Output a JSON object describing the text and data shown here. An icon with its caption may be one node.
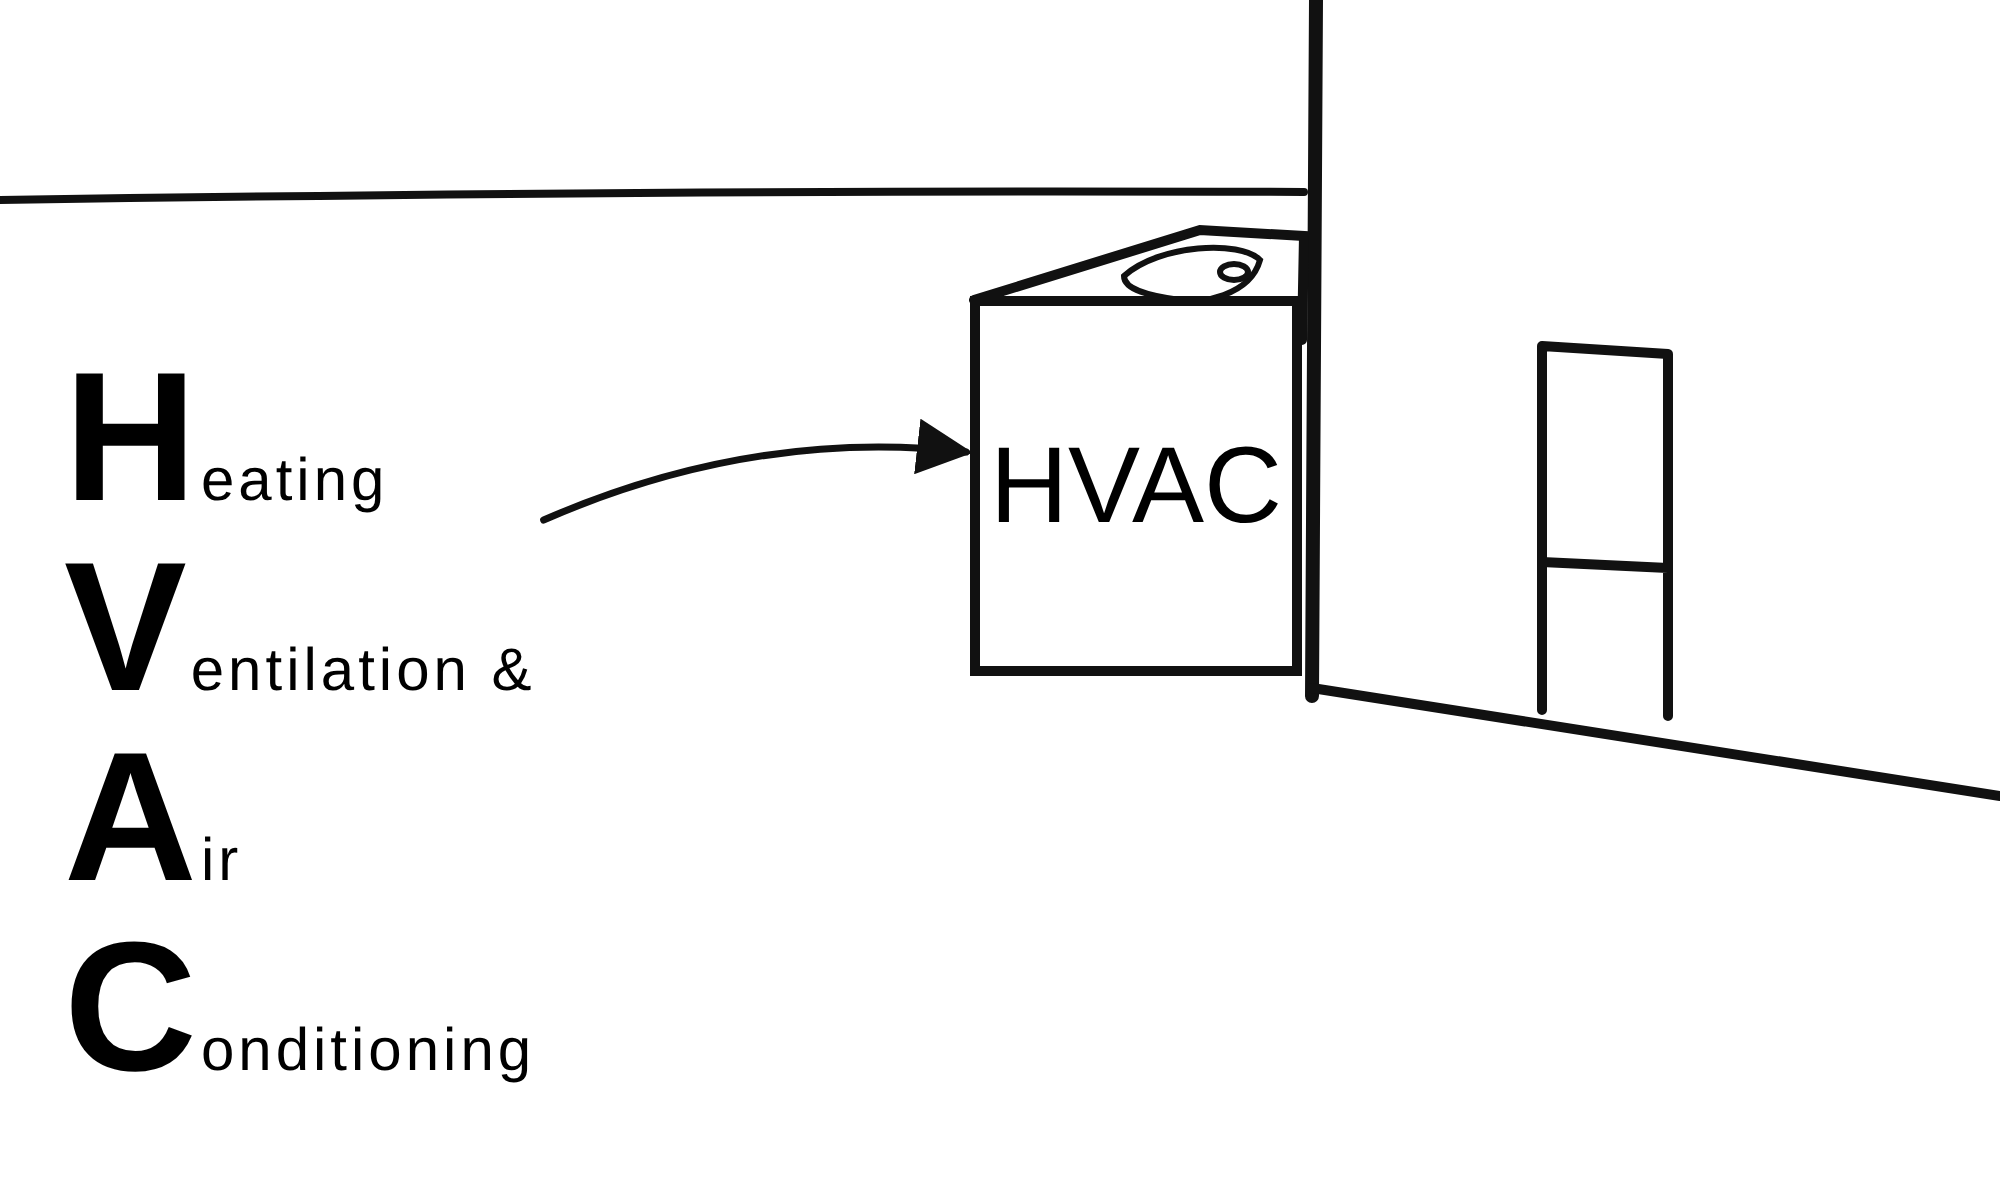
{
  "diagram": {
    "nodes": [
      {
        "text": [
          "Heating",
          "Ventilation &",
          "Air",
          "Conditioning"
        ]
      },
      {
        "text": [
          "HVAC"
        ]
      }
    ],
    "edges": [
      {
        "from": 0,
        "to": 1,
        "arrow": "to"
      }
    ]
  }
}
